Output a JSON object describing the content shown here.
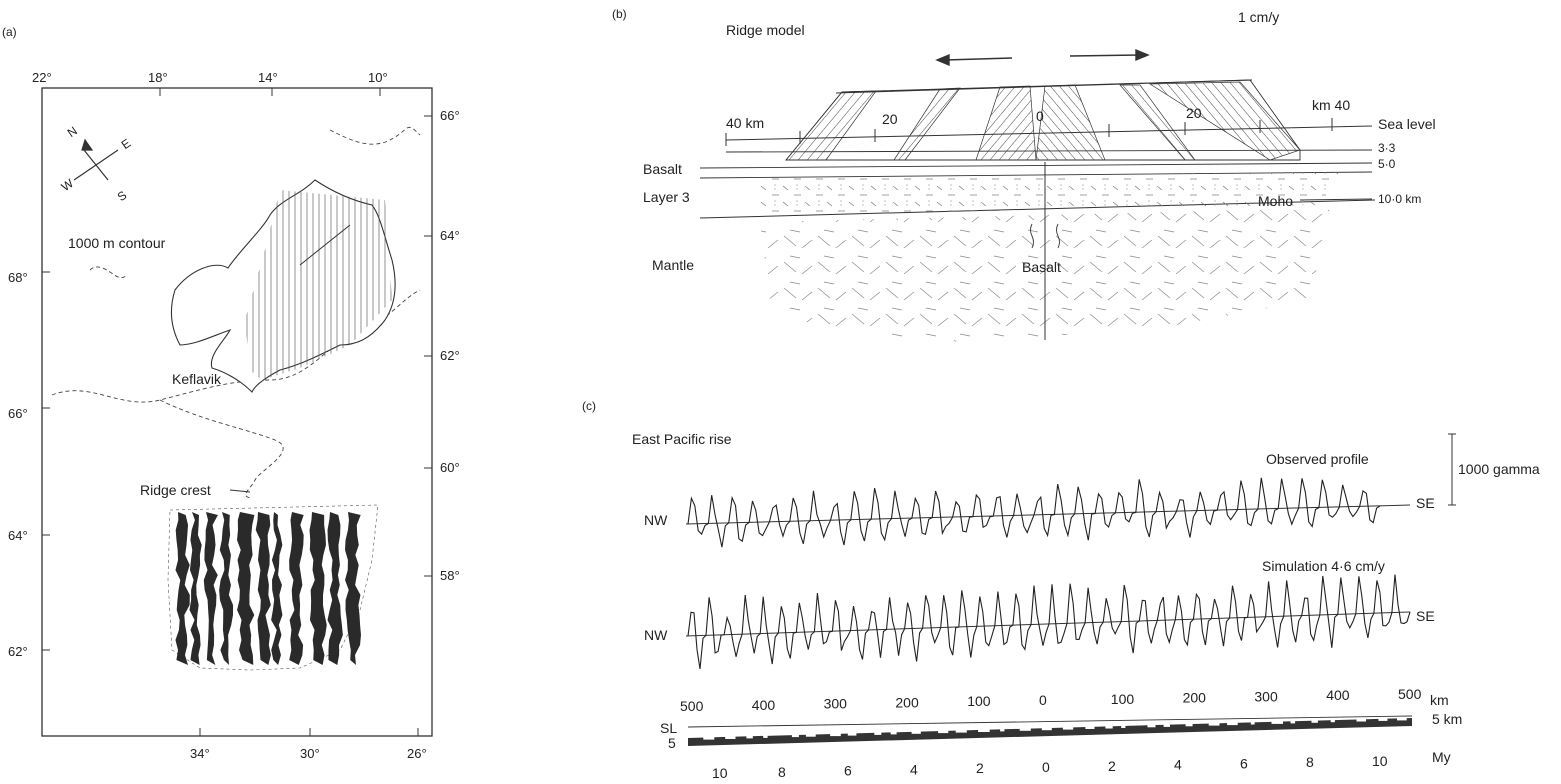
{
  "panel_a": {
    "label": "(a)",
    "top_lon_ticks": [
      "22°",
      "18°",
      "14°",
      "10°"
    ],
    "bottom_lon_ticks": [
      "34°",
      "30°",
      "26°"
    ],
    "left_lat_ticks": [
      "68°",
      "66°",
      "64°",
      "62°"
    ],
    "right_lat_ticks": [
      "66°",
      "64°",
      "62°",
      "60°",
      "58°"
    ],
    "compass": {
      "n": "N",
      "e": "E",
      "s": "S",
      "w": "W"
    },
    "contour_label": "1000 m contour",
    "keflavik_label": "Keflavik",
    "ridge_crest_label": "Ridge crest"
  },
  "panel_b": {
    "label": "(b)",
    "title": "Ridge model",
    "rate": "1 cm/y",
    "left_distance": "40 km",
    "right_distance": "km 40",
    "age_left": "20",
    "age_center": "0",
    "age_right": "20",
    "sea_level": "Sea level",
    "depth_33": "3·3",
    "depth_50": "5·0",
    "depth_100": "10·0 km",
    "moho": "Moho",
    "basalt_layer": "Basalt",
    "layer3": "Layer 3",
    "mantle": "Mantle",
    "basalt_injection": "Basalt"
  },
  "panel_c": {
    "label": "(c)",
    "title": "East Pacific rise",
    "observed": "Observed profile",
    "simulation": "Simulation 4·6 cm/y",
    "scale": "1000 gamma",
    "nw": "NW",
    "se": "SE",
    "km_ticks": [
      "500",
      "400",
      "300",
      "200",
      "100",
      "0",
      "100",
      "200",
      "300",
      "400",
      "500"
    ],
    "km_unit": "km",
    "sl": "SL",
    "depth5": "5",
    "depth5km": "5 km",
    "my_ticks": [
      "10",
      "8",
      "6",
      "4",
      "2",
      "0",
      "2",
      "4",
      "6",
      "8",
      "10"
    ],
    "my_unit": "My"
  }
}
